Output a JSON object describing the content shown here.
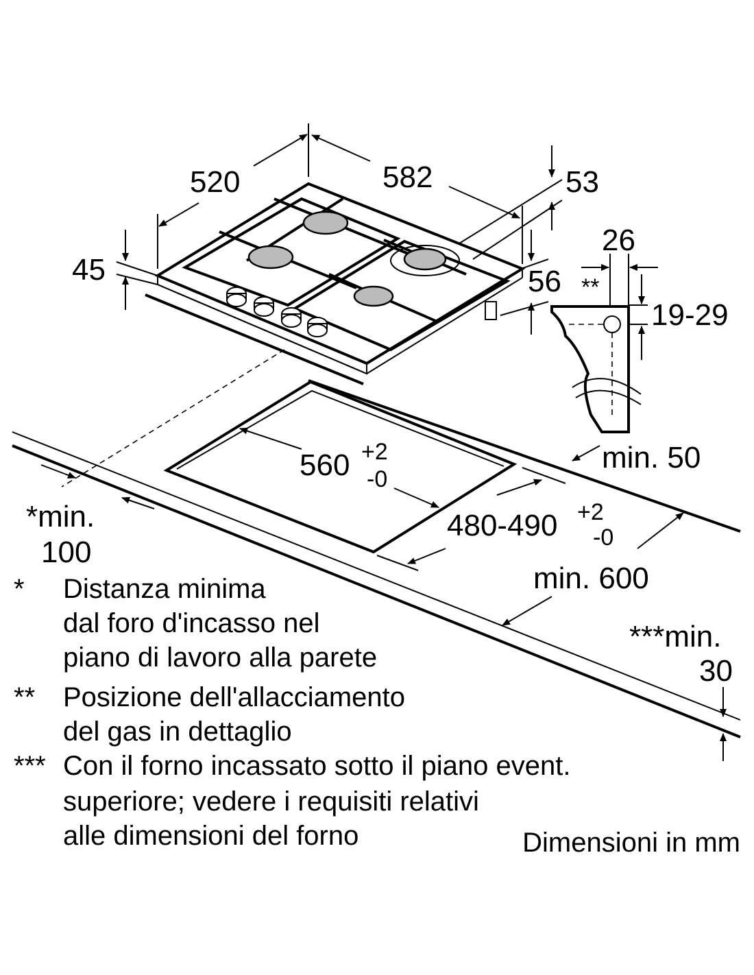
{
  "dimensions": {
    "width_depth": "520",
    "width": "582",
    "top_offset": "53",
    "height": "45",
    "side_height": "56",
    "gas_offset": "26",
    "gas_marker": "**",
    "gas_height": "19-29",
    "min_back": "min. 50",
    "cutout_width": "560",
    "cutout_width_tol_plus": "+2",
    "cutout_width_tol_minus": "-0",
    "cutout_depth": "480-490",
    "cutout_depth_tol_plus": "+2",
    "cutout_depth_tol_minus": "-0",
    "min_wall_line1": "*min.",
    "min_wall_line2": "100",
    "min_depth": "min. 600",
    "min_thickness_line1": "***min.",
    "min_thickness_line2": "30"
  },
  "notes": [
    {
      "marker": "*",
      "lines": [
        "Distanza minima",
        "dal foro d'incasso nel",
        "piano di lavoro alla parete"
      ]
    },
    {
      "marker": "**",
      "lines": [
        "Posizione dell'allacciamento",
        "del gas in dettaglio"
      ]
    },
    {
      "marker": "***",
      "lines": [
        "Con il forno incassato sotto il piano event.",
        "superiore; vedere i requisiti relativi",
        "alle dimensioni del forno"
      ]
    }
  ],
  "units_label": "Dimensioni in mm"
}
